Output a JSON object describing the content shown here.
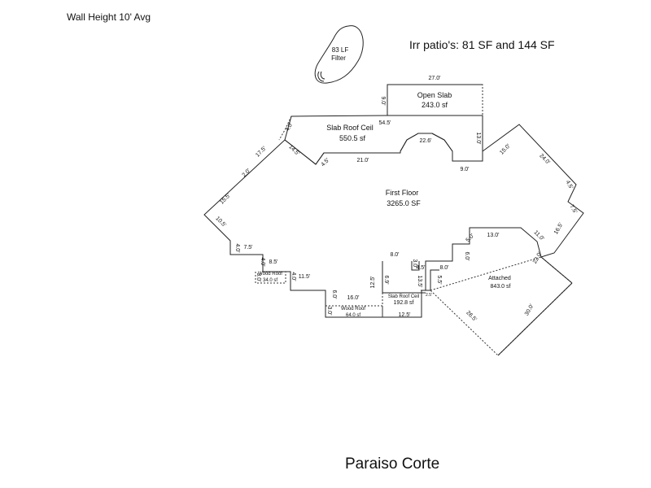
{
  "header": {
    "wall_height": "Wall Height 10' Avg",
    "irr_patios": "Irr patio's: 81 SF and 144 SF"
  },
  "footer": {
    "title": "Paraiso Corte"
  },
  "pool": {
    "line1": "83 LF",
    "line2": "Filter"
  },
  "rooms": {
    "open_slab": {
      "name": "Open Slab",
      "area": "243.0 sf"
    },
    "slab_roof": {
      "name": "Slab Roof Ceil",
      "area": "550.5 sf"
    },
    "first_floor": {
      "name": "First Floor",
      "area": "3265.0 SF"
    },
    "wood_roof_small": {
      "name": "Wood Roof",
      "area": "34.0 sf"
    },
    "wood_roof_large": {
      "name": "Wood Roof",
      "area": "64.0 sf"
    },
    "slab_roof_small": {
      "name": "Slab Roof Ceil",
      "area": "192.8 sf"
    },
    "attached": {
      "name": "Attached",
      "area": "843.0 sf"
    }
  },
  "dims": {
    "d27": "27.0'",
    "d9a": "9.0'",
    "d54": "54.5'",
    "d4a": "4.0'",
    "d17_5": "17.5'",
    "d14_5": "14.5'",
    "d4_5a": "4.5'",
    "d21": "21.0'",
    "d22_6": "22.6'",
    "d13a": "13.0'",
    "d9b": "9.0'",
    "d15a": "15.0'",
    "d24": "24.0'",
    "d4_5b": "4.5'",
    "d7_5a": "7.5'",
    "d16_5": "16.5'",
    "d11": "11.0'",
    "d13b": "13.0'",
    "d5a": "5.0'",
    "d6a": "6.0'",
    "d8a": "8.0'",
    "d4_5c": "4.5'",
    "d3a": "3.0'",
    "d8b": "8.0'",
    "d5_5": "5.5'",
    "d2_5": "2.5'",
    "d22": "22.0'",
    "d30": "30.0'",
    "d26_5": "26.5'",
    "d12_5a": "12.5'",
    "d6_9": "6.9'",
    "d13_5": "13.5'",
    "d12_5b": "12.5'",
    "d16": "16.0'",
    "d6b": "6.0'",
    "d3b": "3.0'",
    "d11_5": "11.5'",
    "d4b": "4.0'",
    "d8_5": "8.5'",
    "d4c": "4.0'",
    "d3c": "3.0'",
    "d7_5b": "7.5'",
    "d4d": "4.0'",
    "d10_5": "10.5'",
    "d15_5": "15.5'",
    "d2": "2.0'"
  }
}
